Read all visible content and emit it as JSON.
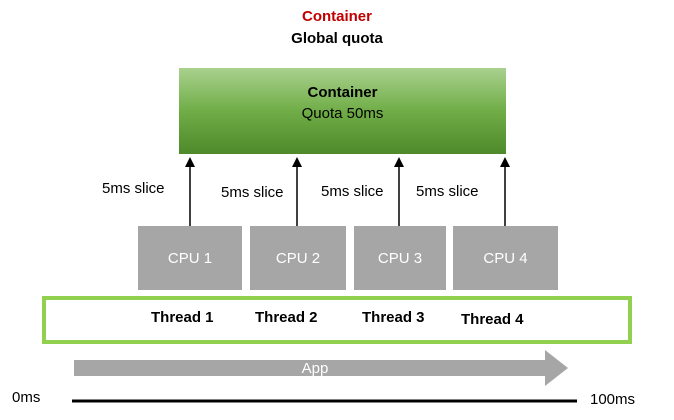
{
  "header": {
    "title": "Container",
    "subtitle": "Global quota"
  },
  "container": {
    "title": "Container",
    "quota": "Quota 50ms"
  },
  "slices": [
    "5ms slice",
    "5ms slice",
    "5ms slice",
    "5ms slice"
  ],
  "cpus": [
    "CPU 1",
    "CPU 2",
    "CPU 3",
    "CPU 4"
  ],
  "threads": [
    "Thread 1",
    "Thread 2",
    "Thread 3",
    "Thread 4"
  ],
  "app": {
    "label": "App"
  },
  "timeline": {
    "start": "0ms",
    "end": "100ms"
  },
  "colors": {
    "title_red": "#c00000",
    "container_green": "#70ad47",
    "cpu_gray": "#a6a6a6",
    "threads_border": "#92d050",
    "app_arrow": "#a6a6a6"
  }
}
